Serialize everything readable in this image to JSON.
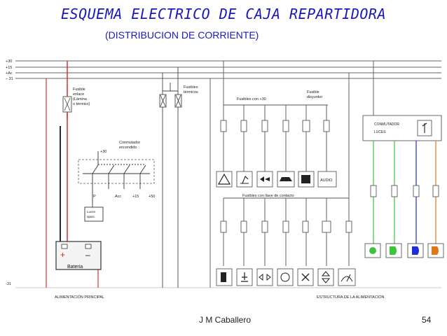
{
  "slide": {
    "title": "ESQUEMA ELECTRICO DE CAJA REPARTIDORA",
    "subtitle": "(DISTRIBUCION DE CORRIENTE)",
    "author": "J M Caballero",
    "page_number": "54"
  },
  "diagram": {
    "bus_labels": [
      "+30",
      "+15",
      "+Ac",
      "– 31"
    ],
    "ground_label": "-31",
    "fusible_enlace_label": [
      "Fusible",
      "enlace",
      "(Lámina",
      "o térmico)"
    ],
    "fusibles_termicos_label": [
      "Fusibles",
      "térmicos"
    ],
    "fusibles_30_label": "Fusibles con +30",
    "fusible_disyuntor_label": [
      "Fusible",
      "disyuntor"
    ],
    "conmutador_encendido_label": [
      "Conmutador",
      "encendido"
    ],
    "switch_plus30": "+30",
    "switch_terminals": [
      "P",
      "Acc",
      "+15",
      "+50"
    ],
    "luces_aparc_label": [
      "Luces",
      "aparc."
    ],
    "fusibles_llave_label": "Fusibles con llave de contacto",
    "conmutador_luces": [
      "CONMUTADOR",
      "LUCES"
    ],
    "audio_label": "AUDIO",
    "battery_label": "Bateria",
    "battery_plus": "+",
    "battery_minus": "–",
    "alimentacion_principal": "ALIMENTACIÓN PRINCIPAL",
    "estructura_alimentacion": "ESTRUCTURA DE LA ALIMENTACIÓN",
    "colors": {
      "title": "#1a18b8",
      "wire_red": "#e02020",
      "wire_green": "#3cc43c",
      "wire_blue": "#2030d0",
      "wire_orange": "#e07818",
      "wire_black": "#111111",
      "line_gray": "#555555"
    }
  }
}
